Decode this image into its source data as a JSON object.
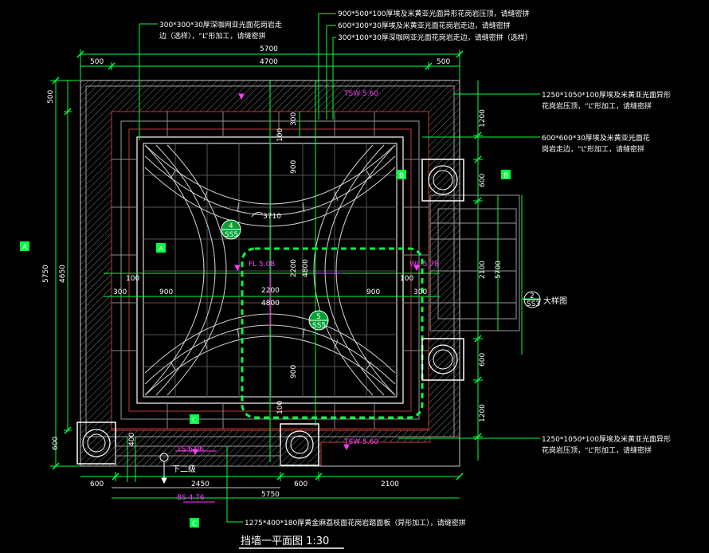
{
  "drawing": {
    "title": "挡墙一平面图 1:30",
    "colors": {
      "background": "#000000",
      "dimension": "#00ff40",
      "outline": "#ffffff",
      "paving": "#9a9a9a",
      "wall_red": "#c03a3a",
      "tag": "#ff3bff",
      "callout_frame": "#00ff40"
    }
  },
  "callouts": {
    "c1": "300*300*30厚深咖网亚光面花岗岩走",
    "c1b": "边（选样），“L”形加工，请缝密拼",
    "c2": "900*500*100厚埃及米黄亚光面异形花岗岩压顶，请缝密拼",
    "c3": "600*300*30厚埃及米黄亚光面花岗岩走边，请缝密拼",
    "c4": "300*100*30厚深咖网亚光面花岗岩走边，请缝密拼（选样）",
    "c5": "1250*1050*100厚埃及米黄亚光面异形",
    "c5b": "花岗岩压顶，“L”形加工，请缝密拼",
    "c6": "600*600*30厚埃及米黄亚光面花",
    "c6b": "岗岩走边，“L”形加工，请缝密拼",
    "c7": "1250*1050*100厚埃及米黄亚光面异形",
    "c7b": "花岗岩压顶，“L”形加工，请缝密拼",
    "c8": "1275*400*180厚黄金麻荔枝面花岗岩踏面板（异形加工），请缝密拼"
  },
  "dims": {
    "top_total": "5700",
    "top_500": "500",
    "top_4700": "4700",
    "top_500b": "500",
    "left_500": "500",
    "left_4650": "4650",
    "left_5750": "5750",
    "left_600": "600",
    "right_1200a": "1200",
    "right_600a": "600",
    "right_2100": "2100",
    "right_5700": "5700",
    "right_600b": "600",
    "right_1200b": "1200",
    "mid_100l": "100",
    "mid_100r": "100",
    "mid_300l": "300",
    "mid_900l": "900",
    "mid_2200": "2200",
    "mid_4800": "4800",
    "mid_900r": "900",
    "mid_300r": "300",
    "v_300": "300",
    "v_100a": "100",
    "v_900a": "900",
    "v_2200": "2200",
    "v_4800": "4800",
    "v_900b": "900",
    "v_100b": "100",
    "v_400": "400",
    "bot_600a": "600",
    "bot_2450": "2450",
    "bot_600b": "600",
    "bot_2100": "2100",
    "bot_5750": "5750",
    "radius": "3710"
  },
  "tags": {
    "tsw_top": "TSW 5.60",
    "fl": "FL 5.08",
    "wl": "WL 5.78",
    "ts": "TS 6.06",
    "tsw_bot": "TSW 5.60",
    "bs": "BS 4.76",
    "down_steps": "下二级",
    "detail": "大样图",
    "sec_a_left": "A",
    "sec_a_inner": "A",
    "sec_b_right": "B",
    "sec_b_inner": "B",
    "sec_c_top": "C",
    "sec_c_bot": "C",
    "sym_top_a": "4",
    "sym_top_b": "SS5",
    "sym_mid_a": "5",
    "sym_mid_b": "SS5",
    "sym_right_a": "2",
    "sym_right_b": "SS3"
  }
}
